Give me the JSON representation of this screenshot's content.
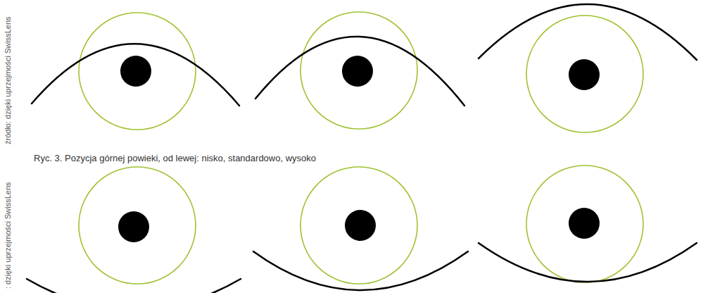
{
  "diagram": {
    "caption": "Ryc. 3. Pozycja górnej powieki, od lewej: nisko, standardowo, wysoko",
    "labels": [
      "źródło: dzięki uprzejmości SwissLens",
      ": dzięki uprzejmości SwissLens"
    ]
  }
}
